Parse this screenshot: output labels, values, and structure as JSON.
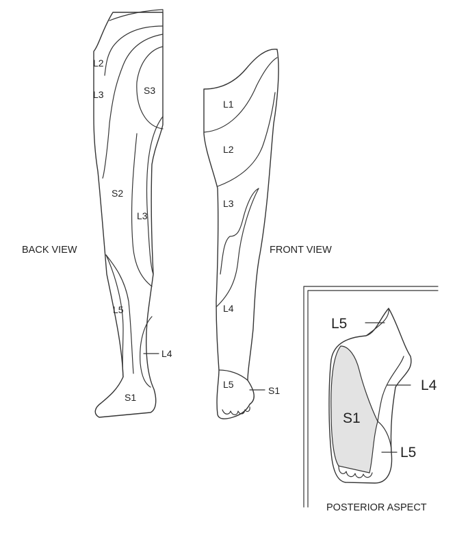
{
  "back_view": {
    "caption": "BACK VIEW",
    "labels": {
      "l2": "L2",
      "l3_upper": "L3",
      "s3": "S3",
      "s2": "S2",
      "l3_lower": "L3",
      "l5": "L5",
      "l4": "L4",
      "s1": "S1"
    }
  },
  "front_view": {
    "caption": "FRONT VIEW",
    "labels": {
      "l1": "L1",
      "l2": "L2",
      "l3": "L3",
      "l4": "L4",
      "l5": "L5",
      "s1": "S1"
    }
  },
  "posterior_aspect": {
    "caption": "POSTERIOR ASPECT",
    "labels": {
      "l5_top": "L5",
      "l4": "L4",
      "s1": "S1",
      "l5_bottom": "L5"
    },
    "s1_fill": "#e3e3e3"
  }
}
